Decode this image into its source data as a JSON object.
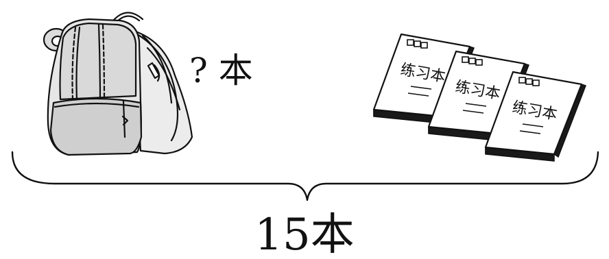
{
  "unknown_label": "? 本",
  "total_label": "15本",
  "book_title": "练习本",
  "book_count_shown": 3,
  "colors": {
    "ink": "#111111",
    "bag_shade": "#d8d8d8",
    "book_cover": "#ffffff",
    "book_spine": "#1a1a1a"
  },
  "icons": {
    "backpack": "backpack-icon",
    "notebook": "notebook-icon",
    "brace": "curly-brace"
  }
}
